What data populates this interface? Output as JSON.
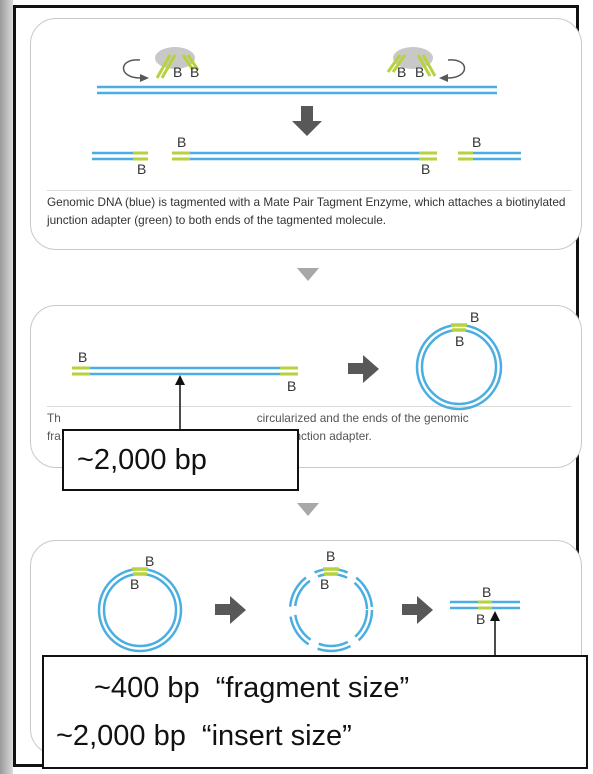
{
  "colors": {
    "dna": "#4aaee0",
    "adapter": "#b6d23f",
    "arrow": "#585858",
    "down_arrow": "#a8a8a8",
    "panel_border": "#c9c9c9"
  },
  "labels": {
    "biotin": "B"
  },
  "panel1": {
    "caption": "Genomic DNA (blue) is tagmented with a Mate Pair Tagment Enzyme, which attaches a biotinylated junction adapter (green) to both ends of the tagmented molecule."
  },
  "panel2": {
    "caption_line1_left": "Th",
    "caption_line1_right": "circularized and the ends of the genomic",
    "caption_line2_left": "fra",
    "caption_line2_right": "biotin junction adapter."
  },
  "callouts": {
    "length_2000": "~2,000 bp",
    "fragment_line": "~400 bp  “fragment size”",
    "insert_line": "~2,000 bp  “insert size”"
  }
}
